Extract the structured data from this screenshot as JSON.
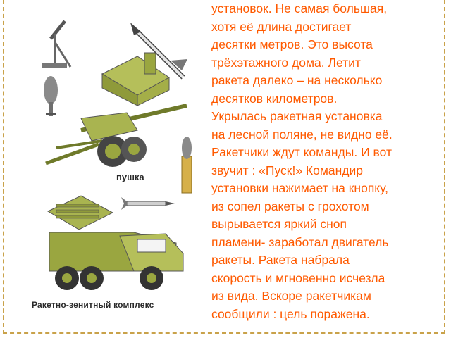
{
  "illustrations": {
    "gun_caption": "пушка",
    "complex_caption": "Ракетно-зенитный комплекс"
  },
  "article": {
    "lines": [
      "установок. Не самая большая,",
      "хотя её длина достигает",
      "десятки метров. Это высота",
      "трёхэтажного дома. Летит",
      "ракета далеко – на несколько",
      "десятков километров.",
      "Укрылась ракетная установка",
      "на лесной поляне, не видно её.",
      "Ракетчики ждут команды. И вот",
      "звучит : «Пуск!» Командир",
      "установки нажимает на кнопку,",
      "из сопел ракеты с грохотом",
      "вырывается яркий сноп",
      "пламени- заработал двигатель",
      "ракеты. Ракета набрала",
      "скорость и мгновенно исчезла",
      "из вида. Вскоре ракетчикам",
      "сообщили : цель поражена."
    ]
  },
  "colors": {
    "text": "#ff5a00",
    "olive": "#9aa640",
    "frame": "#c9a24a"
  }
}
